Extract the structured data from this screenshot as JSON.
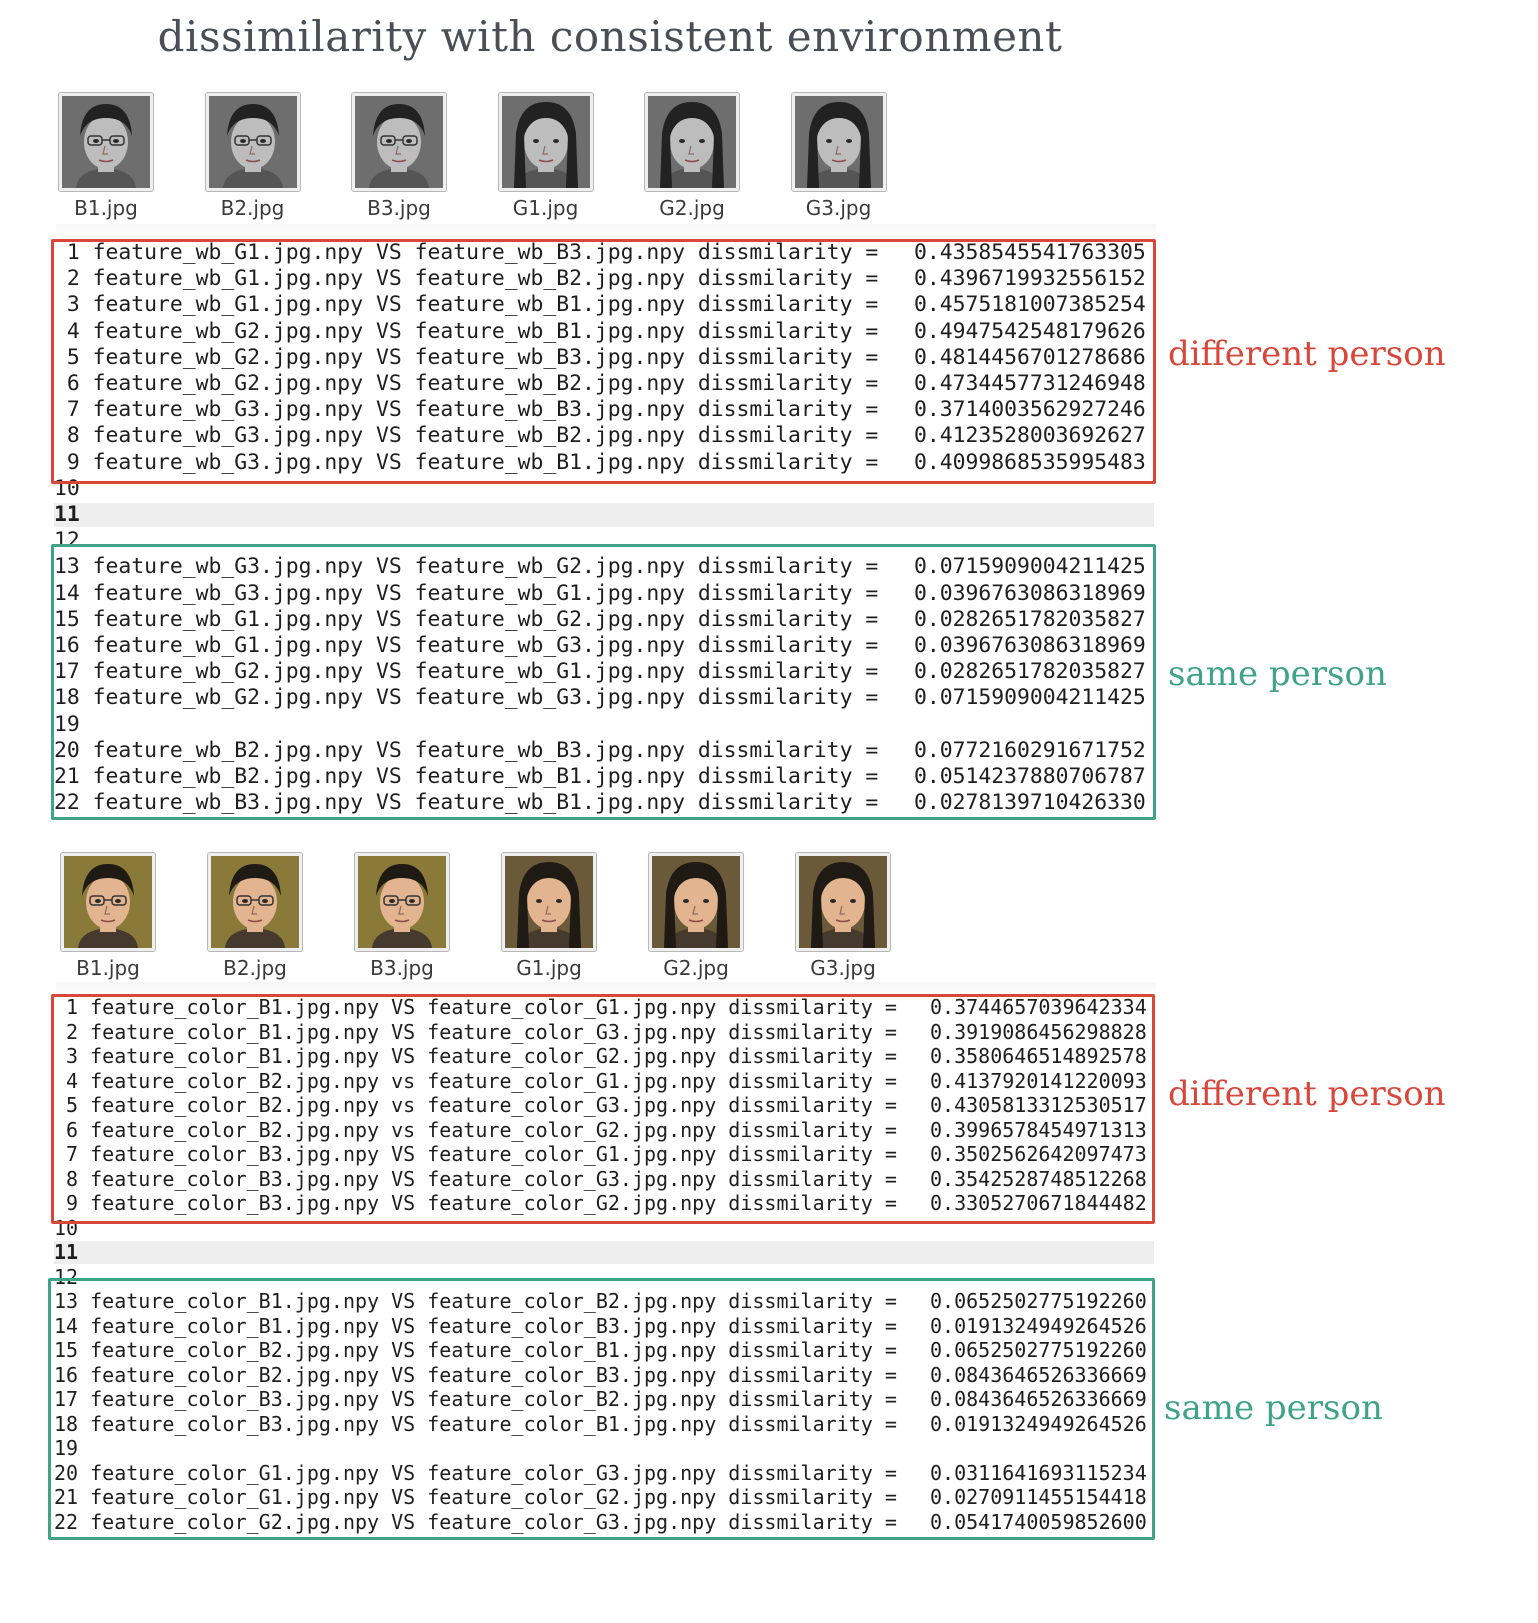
{
  "title": "dissimilarity with consistent environment",
  "colors": {
    "different": "#d9463a",
    "same": "#3fa486",
    "title": "#4a4f55"
  },
  "sections": [
    {
      "thumbnails": [
        {
          "label": "B1.jpg",
          "person": "boy",
          "tone": "gray"
        },
        {
          "label": "B2.jpg",
          "person": "boy",
          "tone": "gray"
        },
        {
          "label": "B3.jpg",
          "person": "boy",
          "tone": "gray"
        },
        {
          "label": "G1.jpg",
          "person": "girl",
          "tone": "gray"
        },
        {
          "label": "G2.jpg",
          "person": "girl",
          "tone": "gray"
        },
        {
          "label": "G3.jpg",
          "person": "girl",
          "tone": "gray"
        }
      ],
      "different_label": "different person",
      "same_label": "same person",
      "lines": [
        {
          "n": "1",
          "text": "feature_wb_G1.jpg.npy VS feature_wb_B3.jpg.npy dissmilarity =",
          "value": "0.4358545541763305"
        },
        {
          "n": "2",
          "text": "feature_wb_G1.jpg.npy VS feature_wb_B2.jpg.npy dissmilarity =",
          "value": "0.4396719932556152"
        },
        {
          "n": "3",
          "text": "feature_wb_G1.jpg.npy VS feature_wb_B1.jpg.npy dissmilarity =",
          "value": "0.4575181007385254"
        },
        {
          "n": "4",
          "text": "feature_wb_G2.jpg.npy VS feature_wb_B1.jpg.npy dissmilarity =",
          "value": "0.4947542548179626"
        },
        {
          "n": "5",
          "text": "feature_wb_G2.jpg.npy VS feature_wb_B3.jpg.npy dissmilarity =",
          "value": "0.4814456701278686"
        },
        {
          "n": "6",
          "text": "feature_wb_G2.jpg.npy VS feature_wb_B2.jpg.npy dissmilarity =",
          "value": "0.4734457731246948"
        },
        {
          "n": "7",
          "text": "feature_wb_G3.jpg.npy VS feature_wb_B3.jpg.npy dissmilarity =",
          "value": "0.3714003562927246"
        },
        {
          "n": "8",
          "text": "feature_wb_G3.jpg.npy VS feature_wb_B2.jpg.npy dissmilarity =",
          "value": "0.4123528003692627"
        },
        {
          "n": "9",
          "text": "feature_wb_G3.jpg.npy VS feature_wb_B1.jpg.npy dissmilarity =",
          "value": "0.4099868535995483"
        },
        {
          "n": "10",
          "text": "",
          "value": ""
        },
        {
          "n": "11",
          "text": "",
          "value": ""
        },
        {
          "n": "12",
          "text": "",
          "value": ""
        },
        {
          "n": "13",
          "text": "feature_wb_G3.jpg.npy VS feature_wb_G2.jpg.npy dissmilarity =",
          "value": "0.0715909004211425"
        },
        {
          "n": "14",
          "text": "feature_wb_G3.jpg.npy VS feature_wb_G1.jpg.npy dissmilarity =",
          "value": "0.0396763086318969"
        },
        {
          "n": "15",
          "text": "feature_wb_G1.jpg.npy VS feature_wb_G2.jpg.npy dissmilarity =",
          "value": "0.0282651782035827"
        },
        {
          "n": "16",
          "text": "feature_wb_G1.jpg.npy VS feature_wb_G3.jpg.npy dissmilarity =",
          "value": "0.0396763086318969"
        },
        {
          "n": "17",
          "text": "feature_wb_G2.jpg.npy VS feature_wb_G1.jpg.npy dissmilarity =",
          "value": "0.0282651782035827"
        },
        {
          "n": "18",
          "text": "feature_wb_G2.jpg.npy VS feature_wb_G3.jpg.npy dissmilarity =",
          "value": "0.0715909004211425"
        },
        {
          "n": "19",
          "text": "",
          "value": ""
        },
        {
          "n": "20",
          "text": "feature_wb_B2.jpg.npy VS feature_wb_B3.jpg.npy dissmilarity =",
          "value": "0.0772160291671752"
        },
        {
          "n": "21",
          "text": "feature_wb_B2.jpg.npy VS feature_wb_B1.jpg.npy dissmilarity =",
          "value": "0.0514237880706787"
        },
        {
          "n": "22",
          "text": "feature_wb_B3.jpg.npy VS feature_wb_B1.jpg.npy dissmilarity =",
          "value": "0.0278139710426330"
        }
      ]
    },
    {
      "thumbnails": [
        {
          "label": "B1.jpg",
          "person": "boy",
          "tone": "color"
        },
        {
          "label": "B2.jpg",
          "person": "boy",
          "tone": "color"
        },
        {
          "label": "B3.jpg",
          "person": "boy",
          "tone": "color"
        },
        {
          "label": "G1.jpg",
          "person": "girl",
          "tone": "color"
        },
        {
          "label": "G2.jpg",
          "person": "girl",
          "tone": "color"
        },
        {
          "label": "G3.jpg",
          "person": "girl",
          "tone": "color"
        }
      ],
      "different_label": "different person",
      "same_label": "same person",
      "lines": [
        {
          "n": "1",
          "text": "feature_color_B1.jpg.npy VS feature_color_G1.jpg.npy dissmilarity =",
          "value": "0.3744657039642334"
        },
        {
          "n": "2",
          "text": "feature_color_B1.jpg.npy VS feature_color_G3.jpg.npy dissmilarity =",
          "value": "0.3919086456298828"
        },
        {
          "n": "3",
          "text": "feature_color_B1.jpg.npy VS feature_color_G2.jpg.npy dissmilarity =",
          "value": "0.3580646514892578"
        },
        {
          "n": "4",
          "text": "feature_color_B2.jpg.npy vs feature_color_G1.jpg.npy dissmilarity =",
          "value": "0.4137920141220093"
        },
        {
          "n": "5",
          "text": "feature_color_B2.jpg.npy vs feature_color_G3.jpg.npy dissmilarity =",
          "value": "0.4305813312530517"
        },
        {
          "n": "6",
          "text": "feature_color_B2.jpg.npy vs feature_color_G2.jpg.npy dissmilarity =",
          "value": "0.3996578454971313"
        },
        {
          "n": "7",
          "text": "feature_color_B3.jpg.npy VS feature_color_G1.jpg.npy dissmilarity =",
          "value": "0.3502562642097473"
        },
        {
          "n": "8",
          "text": "feature_color_B3.jpg.npy VS feature_color_G3.jpg.npy dissmilarity =",
          "value": "0.3542528748512268"
        },
        {
          "n": "9",
          "text": "feature_color_B3.jpg.npy VS feature_color_G2.jpg.npy dissmilarity =",
          "value": "0.3305270671844482"
        },
        {
          "n": "10",
          "text": "",
          "value": ""
        },
        {
          "n": "11",
          "text": "",
          "value": ""
        },
        {
          "n": "12",
          "text": "",
          "value": ""
        },
        {
          "n": "13",
          "text": "feature_color_B1.jpg.npy VS feature_color_B2.jpg.npy dissmilarity =",
          "value": "0.0652502775192260"
        },
        {
          "n": "14",
          "text": "feature_color_B1.jpg.npy VS feature_color_B3.jpg.npy dissmilarity =",
          "value": "0.0191324949264526"
        },
        {
          "n": "15",
          "text": "feature_color_B2.jpg.npy VS feature_color_B1.jpg.npy dissmilarity =",
          "value": "0.0652502775192260"
        },
        {
          "n": "16",
          "text": "feature_color_B2.jpg.npy VS feature_color_B3.jpg.npy dissmilarity =",
          "value": "0.0843646526336669"
        },
        {
          "n": "17",
          "text": "feature_color_B3.jpg.npy VS feature_color_B2.jpg.npy dissmilarity =",
          "value": "0.0843646526336669"
        },
        {
          "n": "18",
          "text": "feature_color_B3.jpg.npy VS feature_color_B1.jpg.npy dissmilarity =",
          "value": "0.0191324949264526"
        },
        {
          "n": "19",
          "text": "",
          "value": ""
        },
        {
          "n": "20",
          "text": "feature_color_G1.jpg.npy VS feature_color_G3.jpg.npy dissmilarity =",
          "value": "0.0311641693115234"
        },
        {
          "n": "21",
          "text": "feature_color_G1.jpg.npy VS feature_color_G2.jpg.npy dissmilarity =",
          "value": "0.0270911455154418"
        },
        {
          "n": "22",
          "text": "feature_color_G2.jpg.npy VS feature_color_G3.jpg.npy dissmilarity =",
          "value": "0.0541740059852600"
        }
      ]
    }
  ]
}
